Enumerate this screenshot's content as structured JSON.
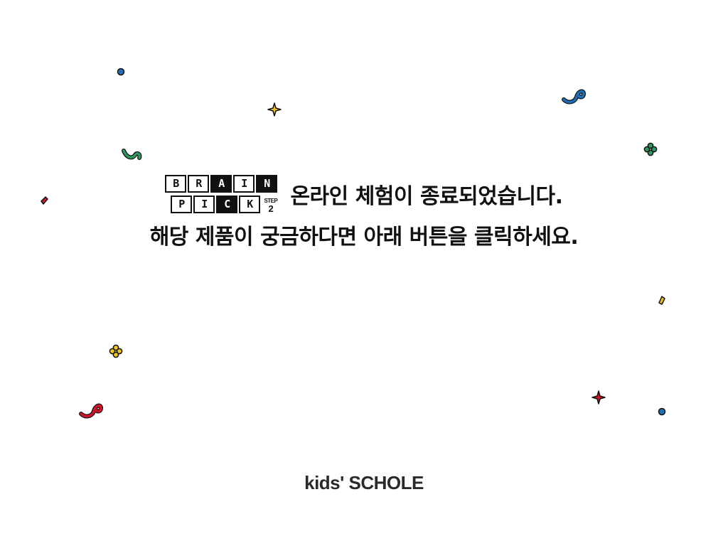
{
  "message": {
    "line1": "온라인 체험이 종료되었습니다.",
    "line2": "해당 제품이 궁금하다면 아래 버튼을 클릭하세요."
  },
  "logo": {
    "row1": [
      "B",
      "R",
      "A",
      "I",
      "N"
    ],
    "row2": [
      "P",
      "I",
      "C",
      "K"
    ],
    "step_label": "STEP",
    "step_number": "2"
  },
  "footer": {
    "brand": "kids' SCHOLE"
  },
  "colors": {
    "background": "#ffffff",
    "text": "#111111",
    "confetti_blue": "#1f6fb5",
    "confetti_yellow": "#f2c418",
    "confetti_green": "#2e9a62",
    "confetti_red": "#d2142b"
  }
}
